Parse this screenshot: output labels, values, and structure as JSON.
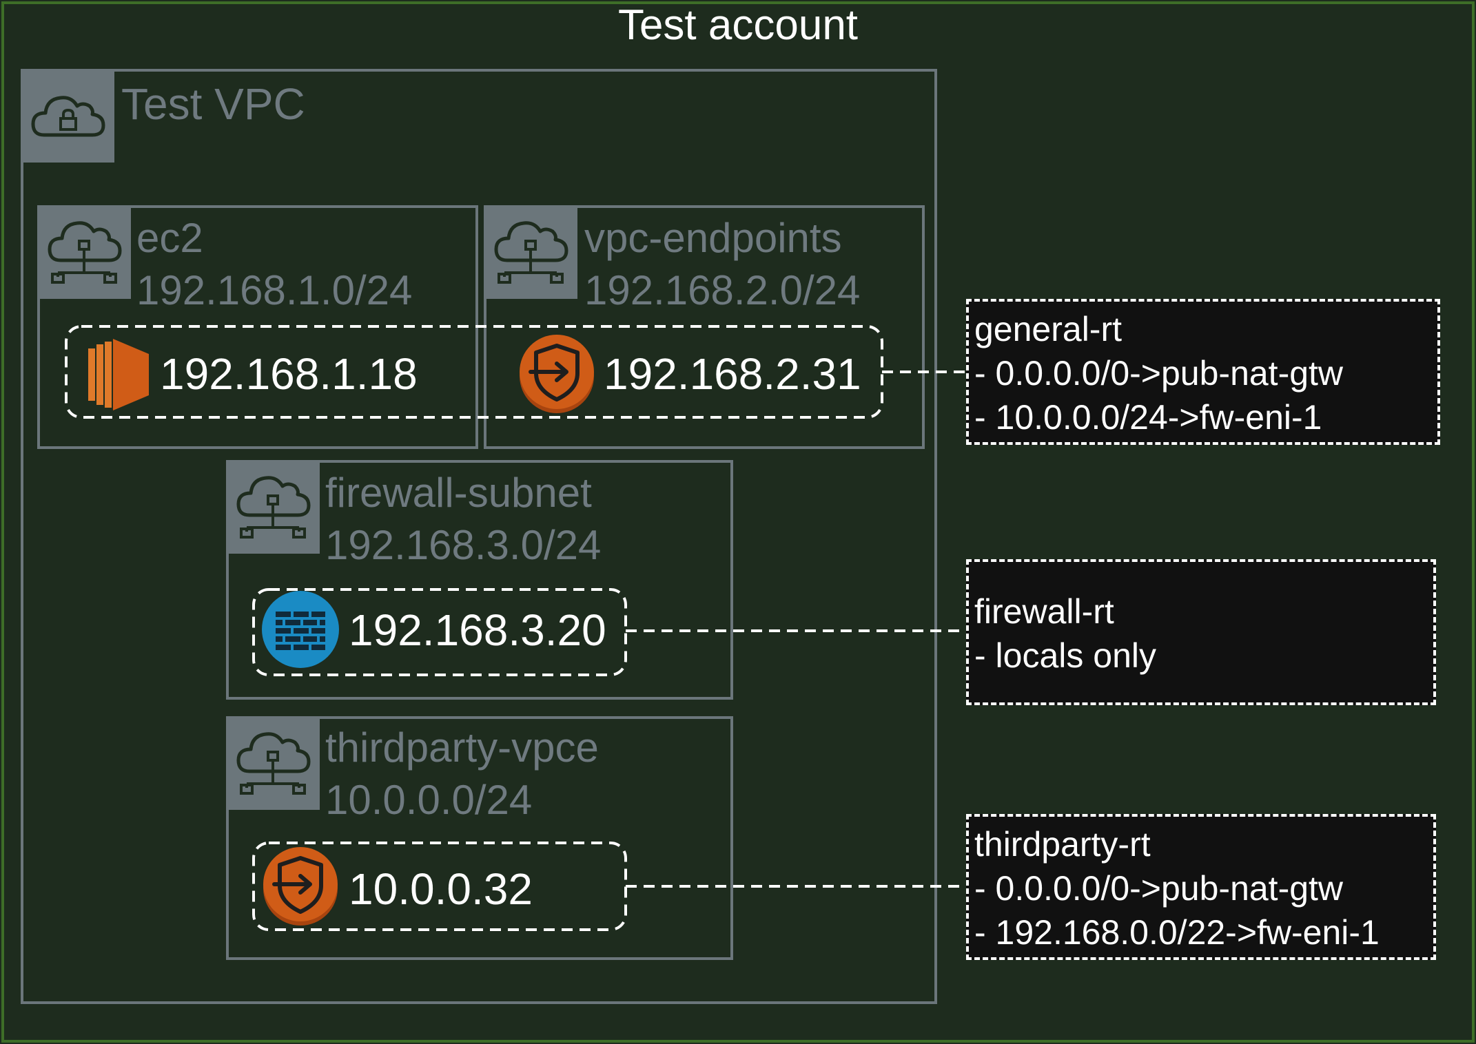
{
  "account": {
    "title": "Test account"
  },
  "vpc": {
    "title": "Test VPC",
    "icon": "vpc-cloud-lock-icon"
  },
  "subnets": {
    "ec2": {
      "name": "ec2",
      "cidr": "192.168.1.0/24",
      "icon": "subnet-cloud-network-icon"
    },
    "vpc_endpoints": {
      "name": "vpc-endpoints",
      "cidr": "192.168.2.0/24",
      "icon": "subnet-cloud-network-icon"
    },
    "firewall": {
      "name": "firewall-subnet",
      "cidr": "192.168.3.0/24",
      "icon": "subnet-cloud-network-icon"
    },
    "thirdparty": {
      "name": "thirdparty-vpce",
      "cidr": "10.0.0.0/24",
      "icon": "subnet-cloud-network-icon"
    }
  },
  "resources": {
    "ec2_instance": {
      "ip": "192.168.1.18",
      "icon": "ec2-instance-icon",
      "color": "#d05c17"
    },
    "vpc_endpoint": {
      "ip": "192.168.2.31",
      "icon": "vpc-endpoint-shield-icon",
      "color": "#d05c17"
    },
    "firewall_endpoint": {
      "ip": "192.168.3.20",
      "icon": "firewall-brick-icon",
      "color": "#1a8bc4"
    },
    "thirdparty_endpoint": {
      "ip": "10.0.0.32",
      "icon": "vpc-endpoint-shield-icon",
      "color": "#d05c17"
    }
  },
  "route_tables": {
    "general": {
      "lines": [
        "general-rt",
        "- 0.0.0.0/0->pub-nat-gtw",
        "- 10.0.0.0/24->fw-eni-1"
      ]
    },
    "firewall": {
      "lines": [
        "firewall-rt",
        "- locals only"
      ]
    },
    "thirdparty": {
      "lines": [
        "thirdparty-rt",
        "- 0.0.0.0/0->pub-nat-gtw",
        "- 192.168.0.0/22->fw-eni-1"
      ]
    }
  },
  "colors": {
    "background": "#1e2c1e",
    "account_border": "#3e6e28",
    "group_border": "#6b767b",
    "group_text": "#6f7a80",
    "route_table_bg": "#111111"
  }
}
